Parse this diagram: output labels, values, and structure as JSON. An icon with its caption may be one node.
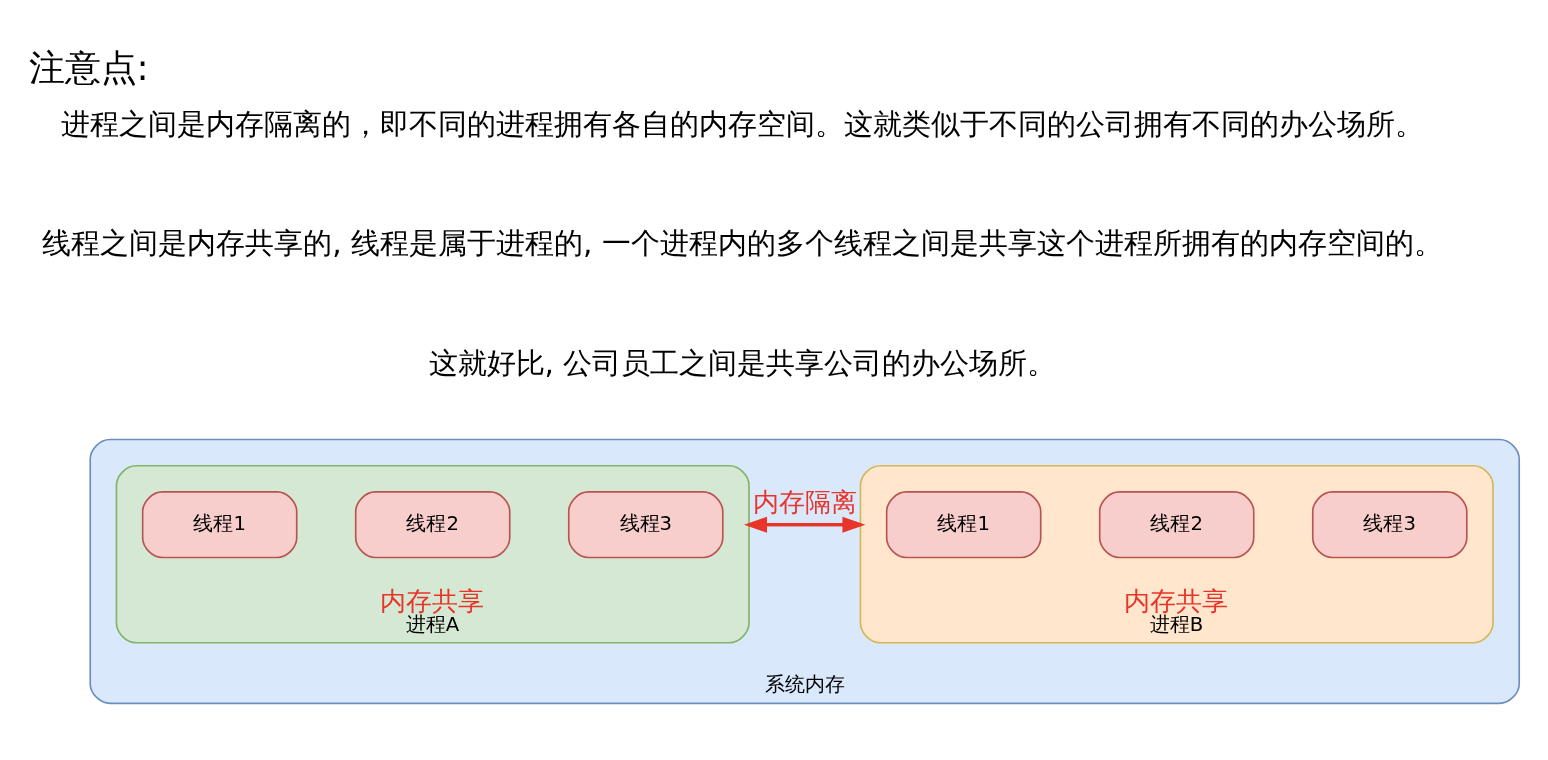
{
  "diagram": {
    "title": "注意点:",
    "nodes": [
      {
        "text": [
          "系统内存"
        ]
      },
      {
        "text": [
          "内存共享",
          "进程A"
        ],
        "in": 0
      },
      {
        "text": [
          "线程1"
        ],
        "in": 1
      },
      {
        "text": [
          "线程2"
        ],
        "in": 1
      },
      {
        "text": [
          "线程3"
        ],
        "in": 1
      },
      {
        "text": [
          "内存共享",
          "进程B"
        ],
        "in": 0
      },
      {
        "text": [
          "线程1"
        ],
        "in": 5
      },
      {
        "text": [
          "线程2"
        ],
        "in": 5
      },
      {
        "text": [
          "线程3"
        ],
        "in": 5
      }
    ],
    "edges": [
      {
        "from": 1,
        "to": 5,
        "arrow": "to",
        "color": "#e8352a"
      },
      {
        "from": 5,
        "to": 1,
        "arrow": "to",
        "label": "内存隔离",
        "color": "#e8352a"
      }
    ],
    "labels": [
      "进程之间是内存隔离的，即不同的进程拥有各自的内存空间。这就类似于不同的公司拥有不同的办公场所。",
      "线程之间是内存共享的, 线程是属于进程的, 一个进程内的多个线程之间是共享这个进程所拥有的内存空间的。",
      "这就好比, 公司员工之间是共享公司的办公场所。"
    ]
  }
}
